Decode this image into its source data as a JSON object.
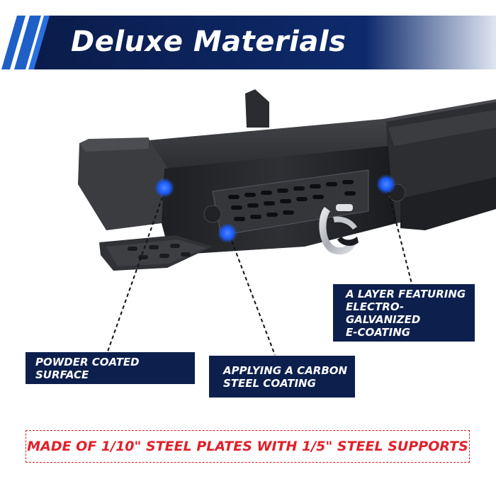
{
  "header": {
    "title": "Deluxe Materials"
  },
  "callouts": {
    "powder": "POWDER COATED SURFACE",
    "carbon_line1": "APPLYING A CARBON",
    "carbon_line2": "STEEL COATING",
    "electro_line1": "A LAYER FEATURING",
    "electro_line2": "ELECTRO-GALVANIZED",
    "electro_line3": "E-COATING"
  },
  "footer": {
    "note": "MADE OF 1/10\" STEEL PLATES WITH 1/5\" STEEL SUPPORTS"
  },
  "colors": {
    "navy": "#0c1f4d",
    "brand_blue": "#1f5fc8",
    "dot_blue": "#1a5cff",
    "footer_red": "#e0202a"
  }
}
